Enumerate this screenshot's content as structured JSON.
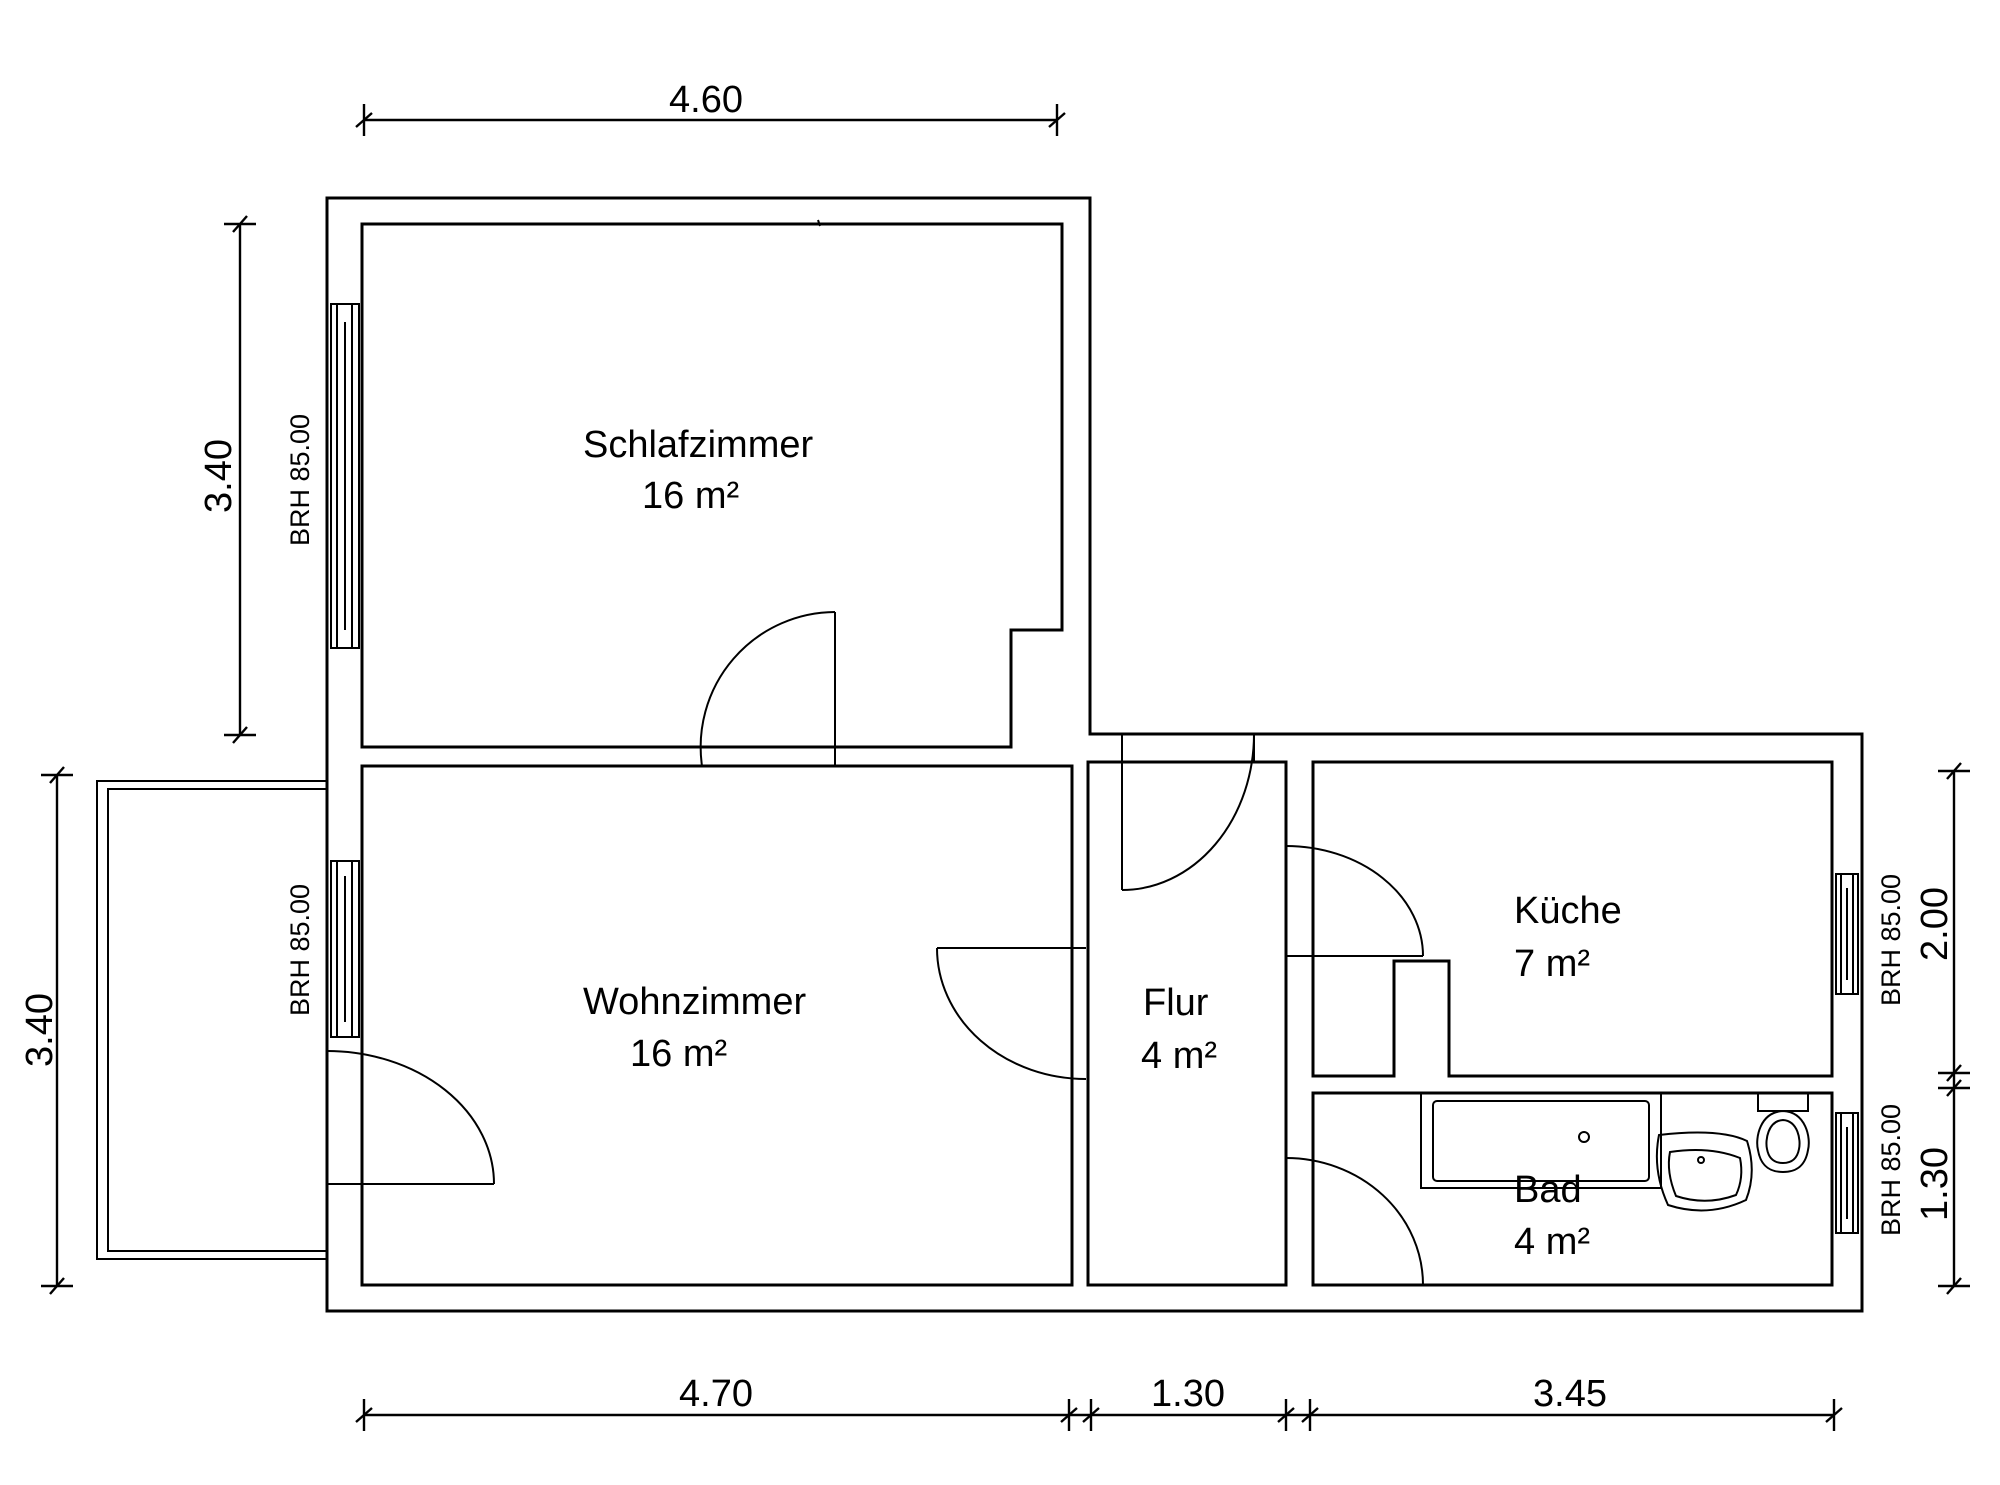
{
  "colors": {
    "line": "#000000",
    "background": "#ffffff"
  },
  "rooms": {
    "schlafzimmer": {
      "name": "Schlafzimmer",
      "area": "16 m²"
    },
    "wohnzimmer": {
      "name": "Wohnzimmer",
      "area": "16 m²"
    },
    "flur": {
      "name": "Flur",
      "area": "4 m²"
    },
    "kueche": {
      "name": "Küche",
      "area": "7 m²"
    },
    "bad": {
      "name": "Bad",
      "area": "4 m²"
    }
  },
  "dimensions": {
    "top": "4.60",
    "left_upper": "3.40",
    "left_lower": "3.40",
    "bottom_1": "4.70",
    "bottom_2": "1.30",
    "bottom_3": "3.45",
    "right_upper": "2.00",
    "right_lower": "1.30"
  },
  "window_labels": {
    "schlafzimmer": "BRH 85.00",
    "wohnzimmer": "BRH 85.00",
    "kueche": "BRH 85.00",
    "bad": "BRH 85.00"
  }
}
